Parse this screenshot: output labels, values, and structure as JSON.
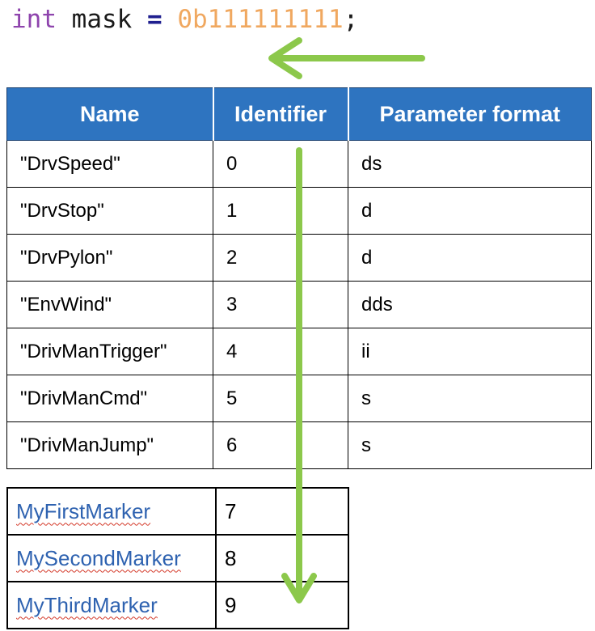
{
  "code": {
    "keyword": "int",
    "variable": "mask",
    "operator": "=",
    "value": "0b111111111",
    "terminator": ";"
  },
  "table": {
    "headers": [
      "Name",
      "Identifier",
      "Parameter format"
    ],
    "rows": [
      {
        "name": "\"DrvSpeed\"",
        "identifier": "0",
        "format": "ds"
      },
      {
        "name": "\"DrvStop\"",
        "identifier": "1",
        "format": "d"
      },
      {
        "name": "\"DrvPylon\"",
        "identifier": "2",
        "format": "d"
      },
      {
        "name": "\"EnvWind\"",
        "identifier": "3",
        "format": "dds"
      },
      {
        "name": "\"DrivManTrigger\"",
        "identifier": "4",
        "format": "ii"
      },
      {
        "name": "\"DrivManCmd\"",
        "identifier": "5",
        "format": "s"
      },
      {
        "name": "\"DrivManJump\"",
        "identifier": "6",
        "format": "s"
      }
    ]
  },
  "markers": [
    {
      "name": "MyFirstMarker",
      "identifier": "7"
    },
    {
      "name": "MySecondMarker",
      "identifier": "8"
    },
    {
      "name": "MyThirdMarker",
      "identifier": "9"
    }
  ],
  "colors": {
    "header_bg": "#2e74c0",
    "arrow": "#8cc84b",
    "code_value": "#f0a860",
    "code_keyword": "#8e44ad",
    "marker_text": "#2e62b0"
  },
  "icons": [
    "left-arrow-icon",
    "down-arrow-icon"
  ]
}
